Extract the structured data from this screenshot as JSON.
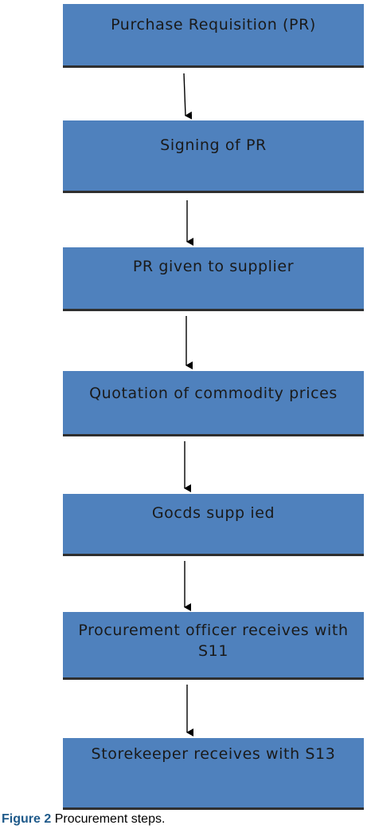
{
  "diagram": {
    "steps": [
      {
        "label": "Purchase Requisition (PR)"
      },
      {
        "label": "Signing of PR"
      },
      {
        "label": "PR given to supplier"
      },
      {
        "label": "Quotation of commodity prices"
      },
      {
        "label": "Gocds supp ied"
      },
      {
        "label": "Procurement officer receives with S11"
      },
      {
        "label": "Storekeeper receives with S13"
      }
    ],
    "colors": {
      "box_fill": "#4f81bd",
      "box_border": "#2f2f2f",
      "text": "#1a1a1a",
      "arrow": "#000000"
    }
  },
  "caption": {
    "label": "Figure 2",
    "text": "Procurement steps."
  }
}
